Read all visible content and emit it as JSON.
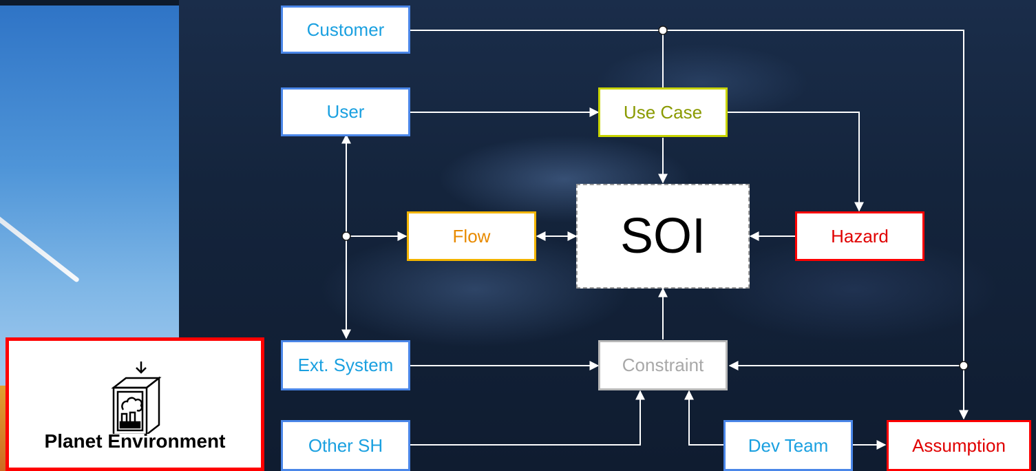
{
  "nodes": {
    "customer": "Customer",
    "user": "User",
    "use_case": "Use Case",
    "flow": "Flow",
    "soi": "SOI",
    "hazard": "Hazard",
    "ext_system": "Ext. System",
    "constraint": "Constraint",
    "other_sh": "Other SH",
    "dev_team": "Dev Team",
    "assumption": "Assumption",
    "planet_environment": "Planet Environment"
  },
  "icons": [
    "factory-icon"
  ],
  "colors": {
    "stakeholder_border": "#4a86e8",
    "stakeholder_text": "#1aa0e0",
    "risk_border": "#ff0000",
    "use_case_border": "#c8d400",
    "flow_border": "#f2b400",
    "constraint_border": "#b8b8b8",
    "connector": "#ffffff"
  }
}
